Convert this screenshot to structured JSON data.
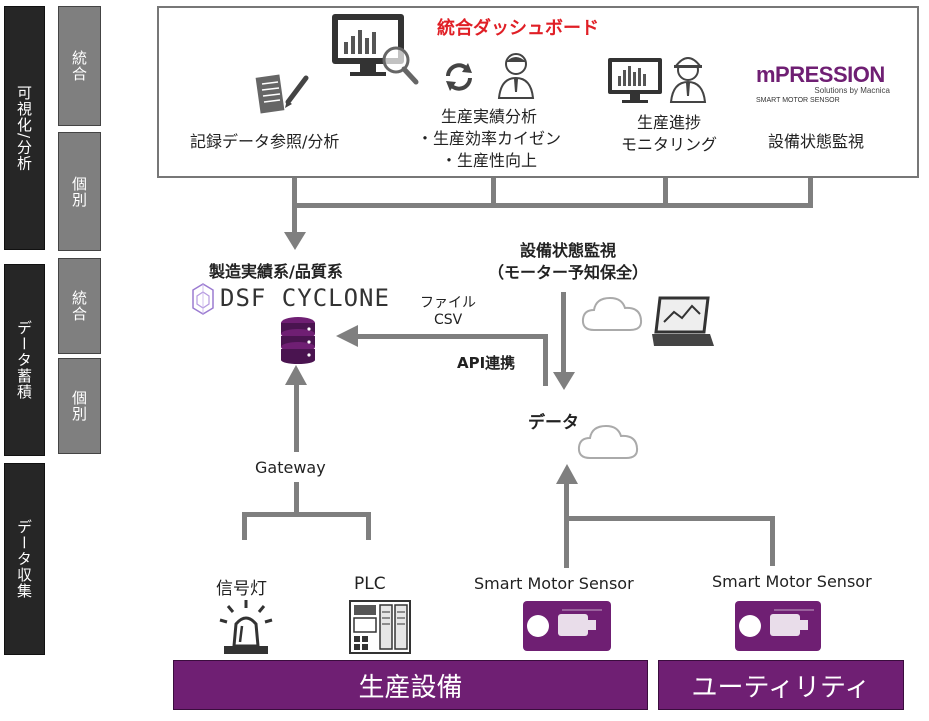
{
  "layers": {
    "visualize": {
      "label": "可視化/分析",
      "sub": [
        "統合",
        "個別"
      ]
    },
    "storage": {
      "label": "データ蓄積",
      "sub": [
        "統合",
        "個別"
      ]
    },
    "collect": {
      "label": "データ収集"
    }
  },
  "dashboard": {
    "title": "統合ダッシュボード",
    "items": {
      "record": "記録データ参照/分析",
      "production_line1": "生産実績分析",
      "production_line2": "・生産効率カイゼン",
      "production_line3": "・生産性向上",
      "progress_line1": "生産進捗",
      "progress_line2": "モニタリング",
      "equipment": "設備状態監視"
    },
    "logo": {
      "brand": "mPRESSION",
      "tagline": "Solutions by Macnica",
      "sub": "SMART MOTOR SENSOR"
    }
  },
  "dsf": {
    "heading": "製造実績系/品質系",
    "logo_text": "DSF CYCLONE"
  },
  "monitor": {
    "line1": "設備状態監視",
    "line2": "（モーター予知保全）"
  },
  "link": {
    "file": "ファイル",
    "csv": "CSV",
    "api": "API連携"
  },
  "data_label": "データ",
  "gateway": "Gateway",
  "devices": {
    "signal": "信号灯",
    "plc": "PLC",
    "sensor1": "Smart Motor Sensor",
    "sensor2": "Smart Motor Sensor"
  },
  "bars": {
    "production": "生産設備",
    "utility": "ユーティリティ"
  },
  "colors": {
    "purple": "#6f1f73",
    "dark_bar": "#262626",
    "gray_bar": "#7f7f7f",
    "title_red": "#e01f26"
  }
}
